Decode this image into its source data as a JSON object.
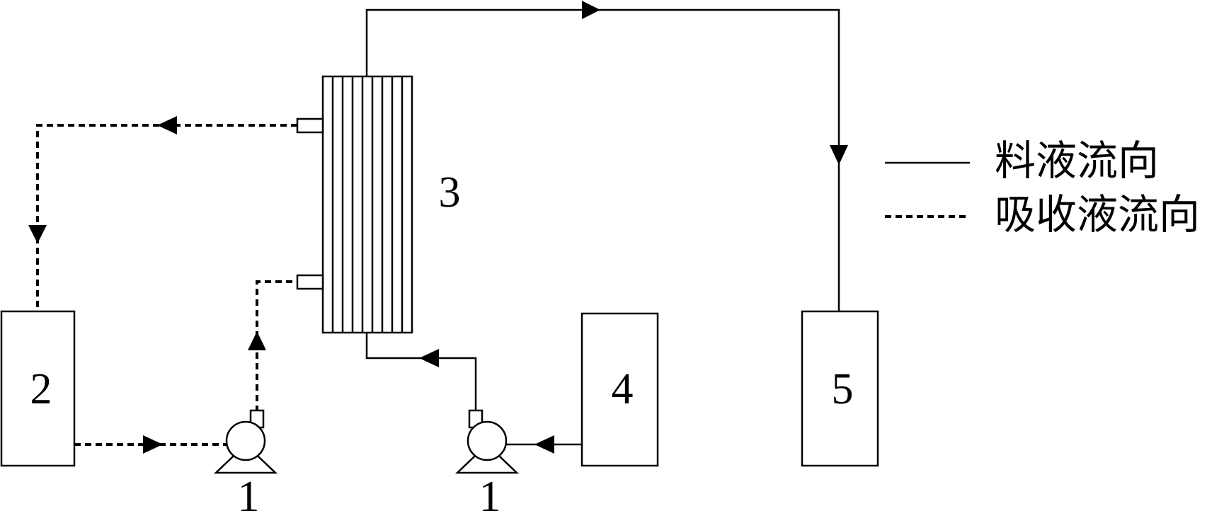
{
  "labels": {
    "pump_left": "1",
    "pump_right": "1",
    "tank_absorbent": "2",
    "membrane_module": "3",
    "tank_feed": "4",
    "tank_receiver": "5"
  },
  "legend": {
    "feed_flow": "料液流向",
    "absorbent_flow": "吸收液流向"
  }
}
